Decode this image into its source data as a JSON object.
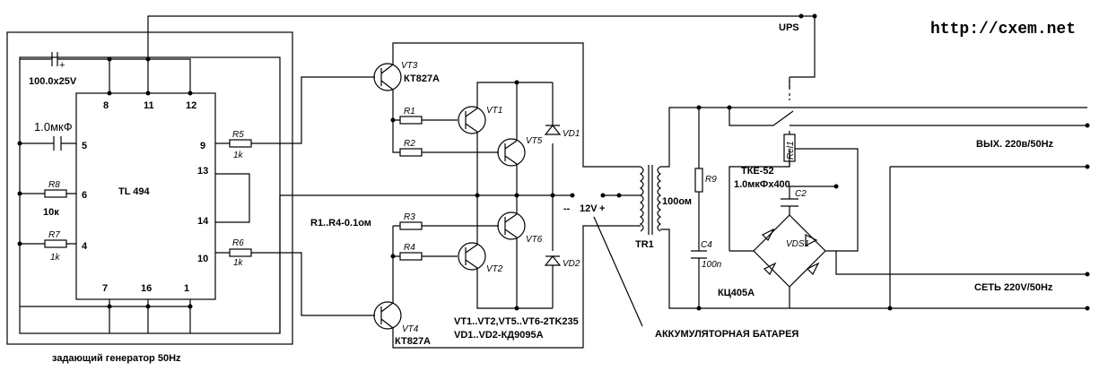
{
  "site_url": "http://cxem.net",
  "ups_label": "UPS",
  "ic": {
    "name": "TL 494",
    "pins": [
      "8",
      "11",
      "12",
      "5",
      "6",
      "4",
      "7",
      "16",
      "1",
      "9",
      "13",
      "14",
      "10"
    ]
  },
  "generator_caption": "задающий генератор 50Hz",
  "caps": {
    "c_top": "100.0x25V",
    "c_left": "1.0мкФ",
    "c2": "C2",
    "c4": "C4",
    "c4_val": "100n",
    "c2_val": "1.0мкФх400"
  },
  "resistors": {
    "r8": "R8",
    "r8_val": "10к",
    "r7": "R7",
    "r7_val": "1k",
    "r5": "R5",
    "r5_val": "1k",
    "r6": "R6",
    "r6_val": "1k",
    "r1": "R1",
    "r2": "R2",
    "r3": "R3",
    "r4": "R4",
    "r9": "R9",
    "r9_val": "100ом",
    "r1r4_note": "R1..R4-0.1ом"
  },
  "transistors": {
    "vt1": "VT1",
    "vt2": "VT2",
    "vt3": "VT3",
    "vt3_type": "КТ827А",
    "vt4": "VT4",
    "vt4_type": "КТ827А",
    "vt5": "VT5",
    "vt6": "VT6"
  },
  "diodes": {
    "vd1": "VD1",
    "vd2": "VD2",
    "vds1": "VDS1",
    "bridge_type": "КЦ405А"
  },
  "battery": {
    "minus": "--",
    "voltage": "12V",
    "plus": "+",
    "caption": "АККУМУЛЯТОРНАЯ БАТАРЕЯ"
  },
  "tr1": "TR1",
  "relay": {
    "name": "Rel1",
    "type": "ТКЕ-52"
  },
  "notes": {
    "transistor_types": "VT1..VT2,VT5..VT6-2TK235",
    "diode_types": "VD1..VD2-КД9095А"
  },
  "outputs": {
    "out": "ВЫХ. 220в/50Hz",
    "mains": "СЕТЬ 220V/50Hz"
  }
}
